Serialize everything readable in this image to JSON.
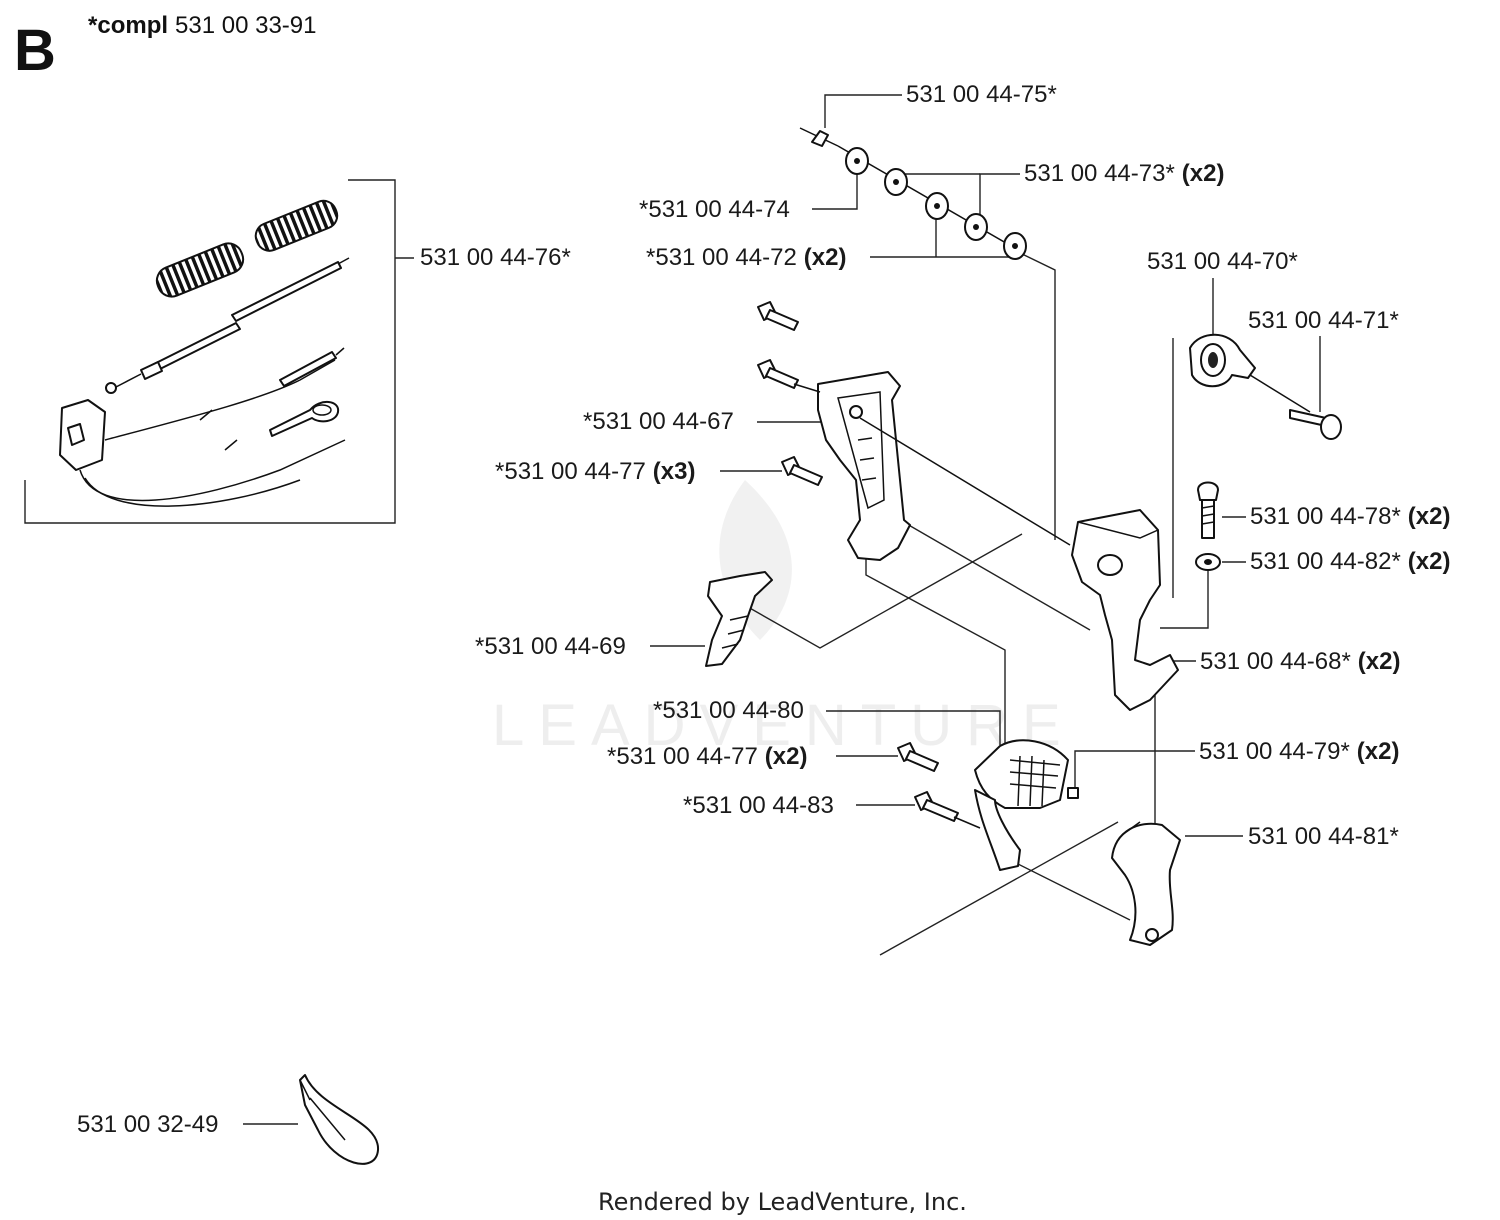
{
  "section_letter": "B",
  "assembly": {
    "prefix": "*compl",
    "number": "531 00 33-91"
  },
  "watermark": "LEADVENTURE",
  "footer": "Rendered by LeadVenture, Inc.",
  "callouts": [
    {
      "id": "p75",
      "pn": "531 00 44-75*",
      "qty": ""
    },
    {
      "id": "p73",
      "pn": "531 00 44-73*",
      "qty": "(x2)"
    },
    {
      "id": "p74",
      "pn": "*531 00 44-74",
      "qty": ""
    },
    {
      "id": "p76",
      "pn": "531 00 44-76*",
      "qty": ""
    },
    {
      "id": "p72",
      "pn": "*531 00 44-72",
      "qty": "(x2)"
    },
    {
      "id": "p70",
      "pn": "531 00 44-70*",
      "qty": ""
    },
    {
      "id": "p71",
      "pn": "531 00 44-71*",
      "qty": ""
    },
    {
      "id": "p67",
      "pn": "*531 00 44-67",
      "qty": ""
    },
    {
      "id": "p77a",
      "pn": "*531 00 44-77",
      "qty": "(x3)"
    },
    {
      "id": "p78",
      "pn": "531 00 44-78*",
      "qty": "(x2)"
    },
    {
      "id": "p82",
      "pn": "531 00 44-82*",
      "qty": "(x2)"
    },
    {
      "id": "p69",
      "pn": "*531 00 44-69",
      "qty": ""
    },
    {
      "id": "p68",
      "pn": "531 00 44-68*",
      "qty": "(x2)"
    },
    {
      "id": "p80",
      "pn": "*531 00 44-80",
      "qty": ""
    },
    {
      "id": "p77b",
      "pn": "*531 00 44-77",
      "qty": "(x2)"
    },
    {
      "id": "p79",
      "pn": "531 00 44-79*",
      "qty": "(x2)"
    },
    {
      "id": "p83",
      "pn": "*531 00 44-83",
      "qty": ""
    },
    {
      "id": "p81",
      "pn": "531 00 44-81*",
      "qty": ""
    },
    {
      "id": "p49",
      "pn": "531 00 32-49",
      "qty": ""
    }
  ]
}
